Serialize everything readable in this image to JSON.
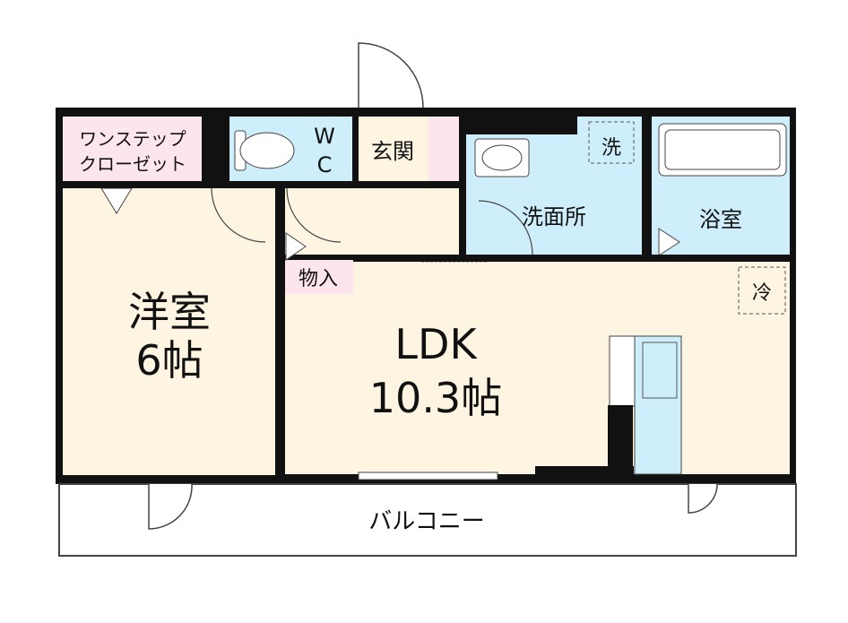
{
  "rooms": {
    "closet": {
      "line1": "ワンステップ",
      "line2": "クローゼット"
    },
    "wc": {
      "line1": "W",
      "line2": "C"
    },
    "entrance": "玄関",
    "washroom": "洗面所",
    "laundry": "洗",
    "bath": "浴室",
    "storage": "物入",
    "western": {
      "line1": "洋室",
      "line2": "6帖"
    },
    "fridge": "冷",
    "ldk": {
      "line1": "LDK",
      "line2": "10.3帖"
    },
    "balcony": "バルコニー"
  },
  "colors": {
    "wall": "#111111",
    "room": "#fdf5e2",
    "wet": "#cdeefa",
    "closet": "#fde5ee",
    "entrance": "#fde5ee"
  }
}
